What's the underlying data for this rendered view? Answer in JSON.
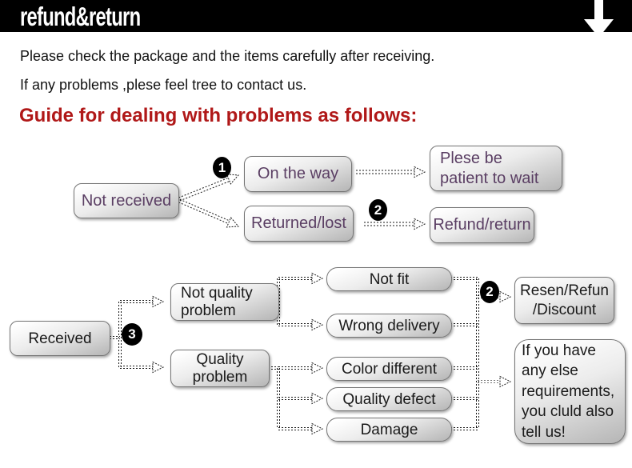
{
  "banner": {
    "title": "refund&return"
  },
  "intro": {
    "line1": "Please check the package and the items carefully after receiving.",
    "line2": "If any problems ,plese feel tree to contact us.",
    "heading": "Guide for dealing with problems as follows:"
  },
  "colors": {
    "banner_bg": "#000000",
    "heading_red": "#b01818",
    "flow1_text_purple": "#5a3e63",
    "flow2_text": "#1a1a1a",
    "box_border": "#757575"
  },
  "flow1": {
    "not_received": "Not received",
    "on_the_way": "On the way",
    "returned_lost": "Returned/lost",
    "patient_line1": "Plese be",
    "patient_line2": "patient to wait",
    "refund_return": "Refund/return",
    "badge1": "1",
    "badge2": "2"
  },
  "flow2": {
    "received": "Received",
    "badge3": "3",
    "not_quality_line1": "Not quality",
    "not_quality_line2": "problem",
    "quality_line1": "Quality",
    "quality_line2": "problem",
    "not_fit": "Not fit",
    "wrong_delivery": "Wrong delivery",
    "color_different": "Color different",
    "quality_defect": "Quality defect",
    "damage": "Damage",
    "badge2": "2",
    "resen_line1": "Resen/Refun",
    "resen_line2": "/Discount",
    "note_lines": [
      "If you have",
      "any else",
      "requirements,",
      "you cluld also",
      "tell us!"
    ]
  }
}
